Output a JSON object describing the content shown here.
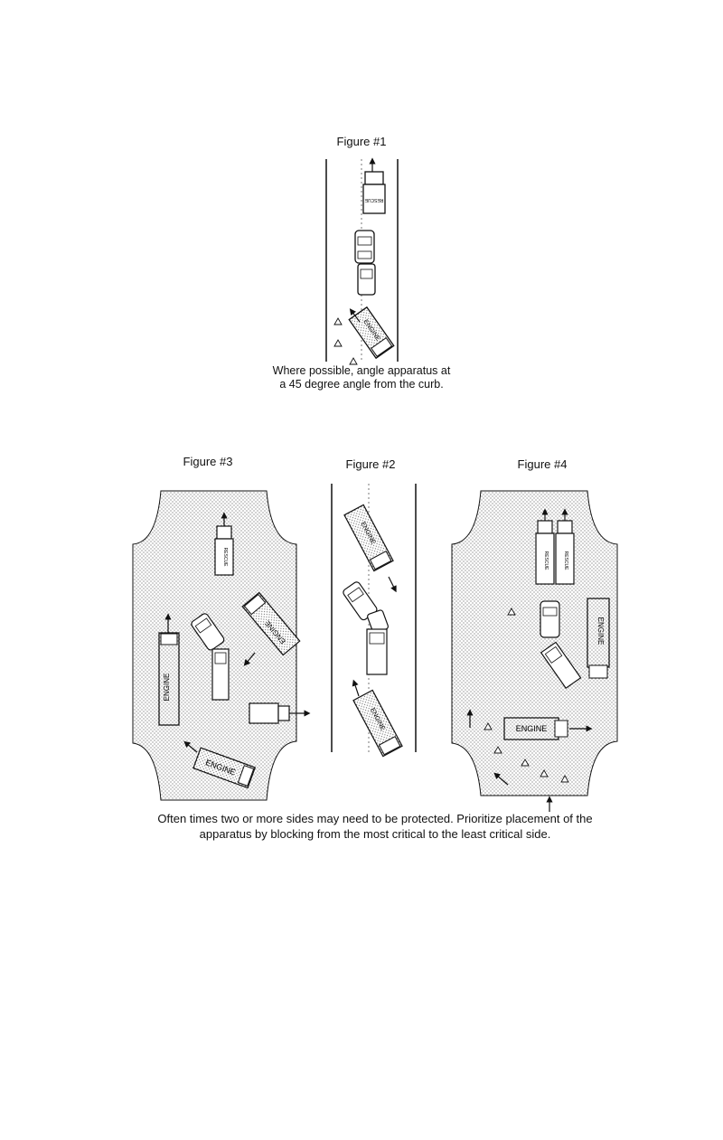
{
  "figure1": {
    "title": "Figure #1",
    "caption_line1": "Where possible, angle apparatus at",
    "caption_line2": "a 45 degree angle from the curb.",
    "rescue_label": "RESCUE",
    "engine_label": "ENGINE"
  },
  "figure2": {
    "title": "Figure #2",
    "engine_label": "ENGINE"
  },
  "figure3": {
    "title": "Figure #3",
    "rescue_label": "RESCUE",
    "engine_label": "ENGINE"
  },
  "figure4": {
    "title": "Figure #4",
    "rescue_label": "RESCUE",
    "engine_label": "ENGINE"
  },
  "bottom_caption": {
    "line1": "Often times two or more sides may need to be protected.  Prioritize placement of the",
    "line2": "apparatus by blocking from the most critical to the least critical side."
  },
  "colors": {
    "ink": "#111111",
    "pavement_dot": "#6a6a6a"
  }
}
